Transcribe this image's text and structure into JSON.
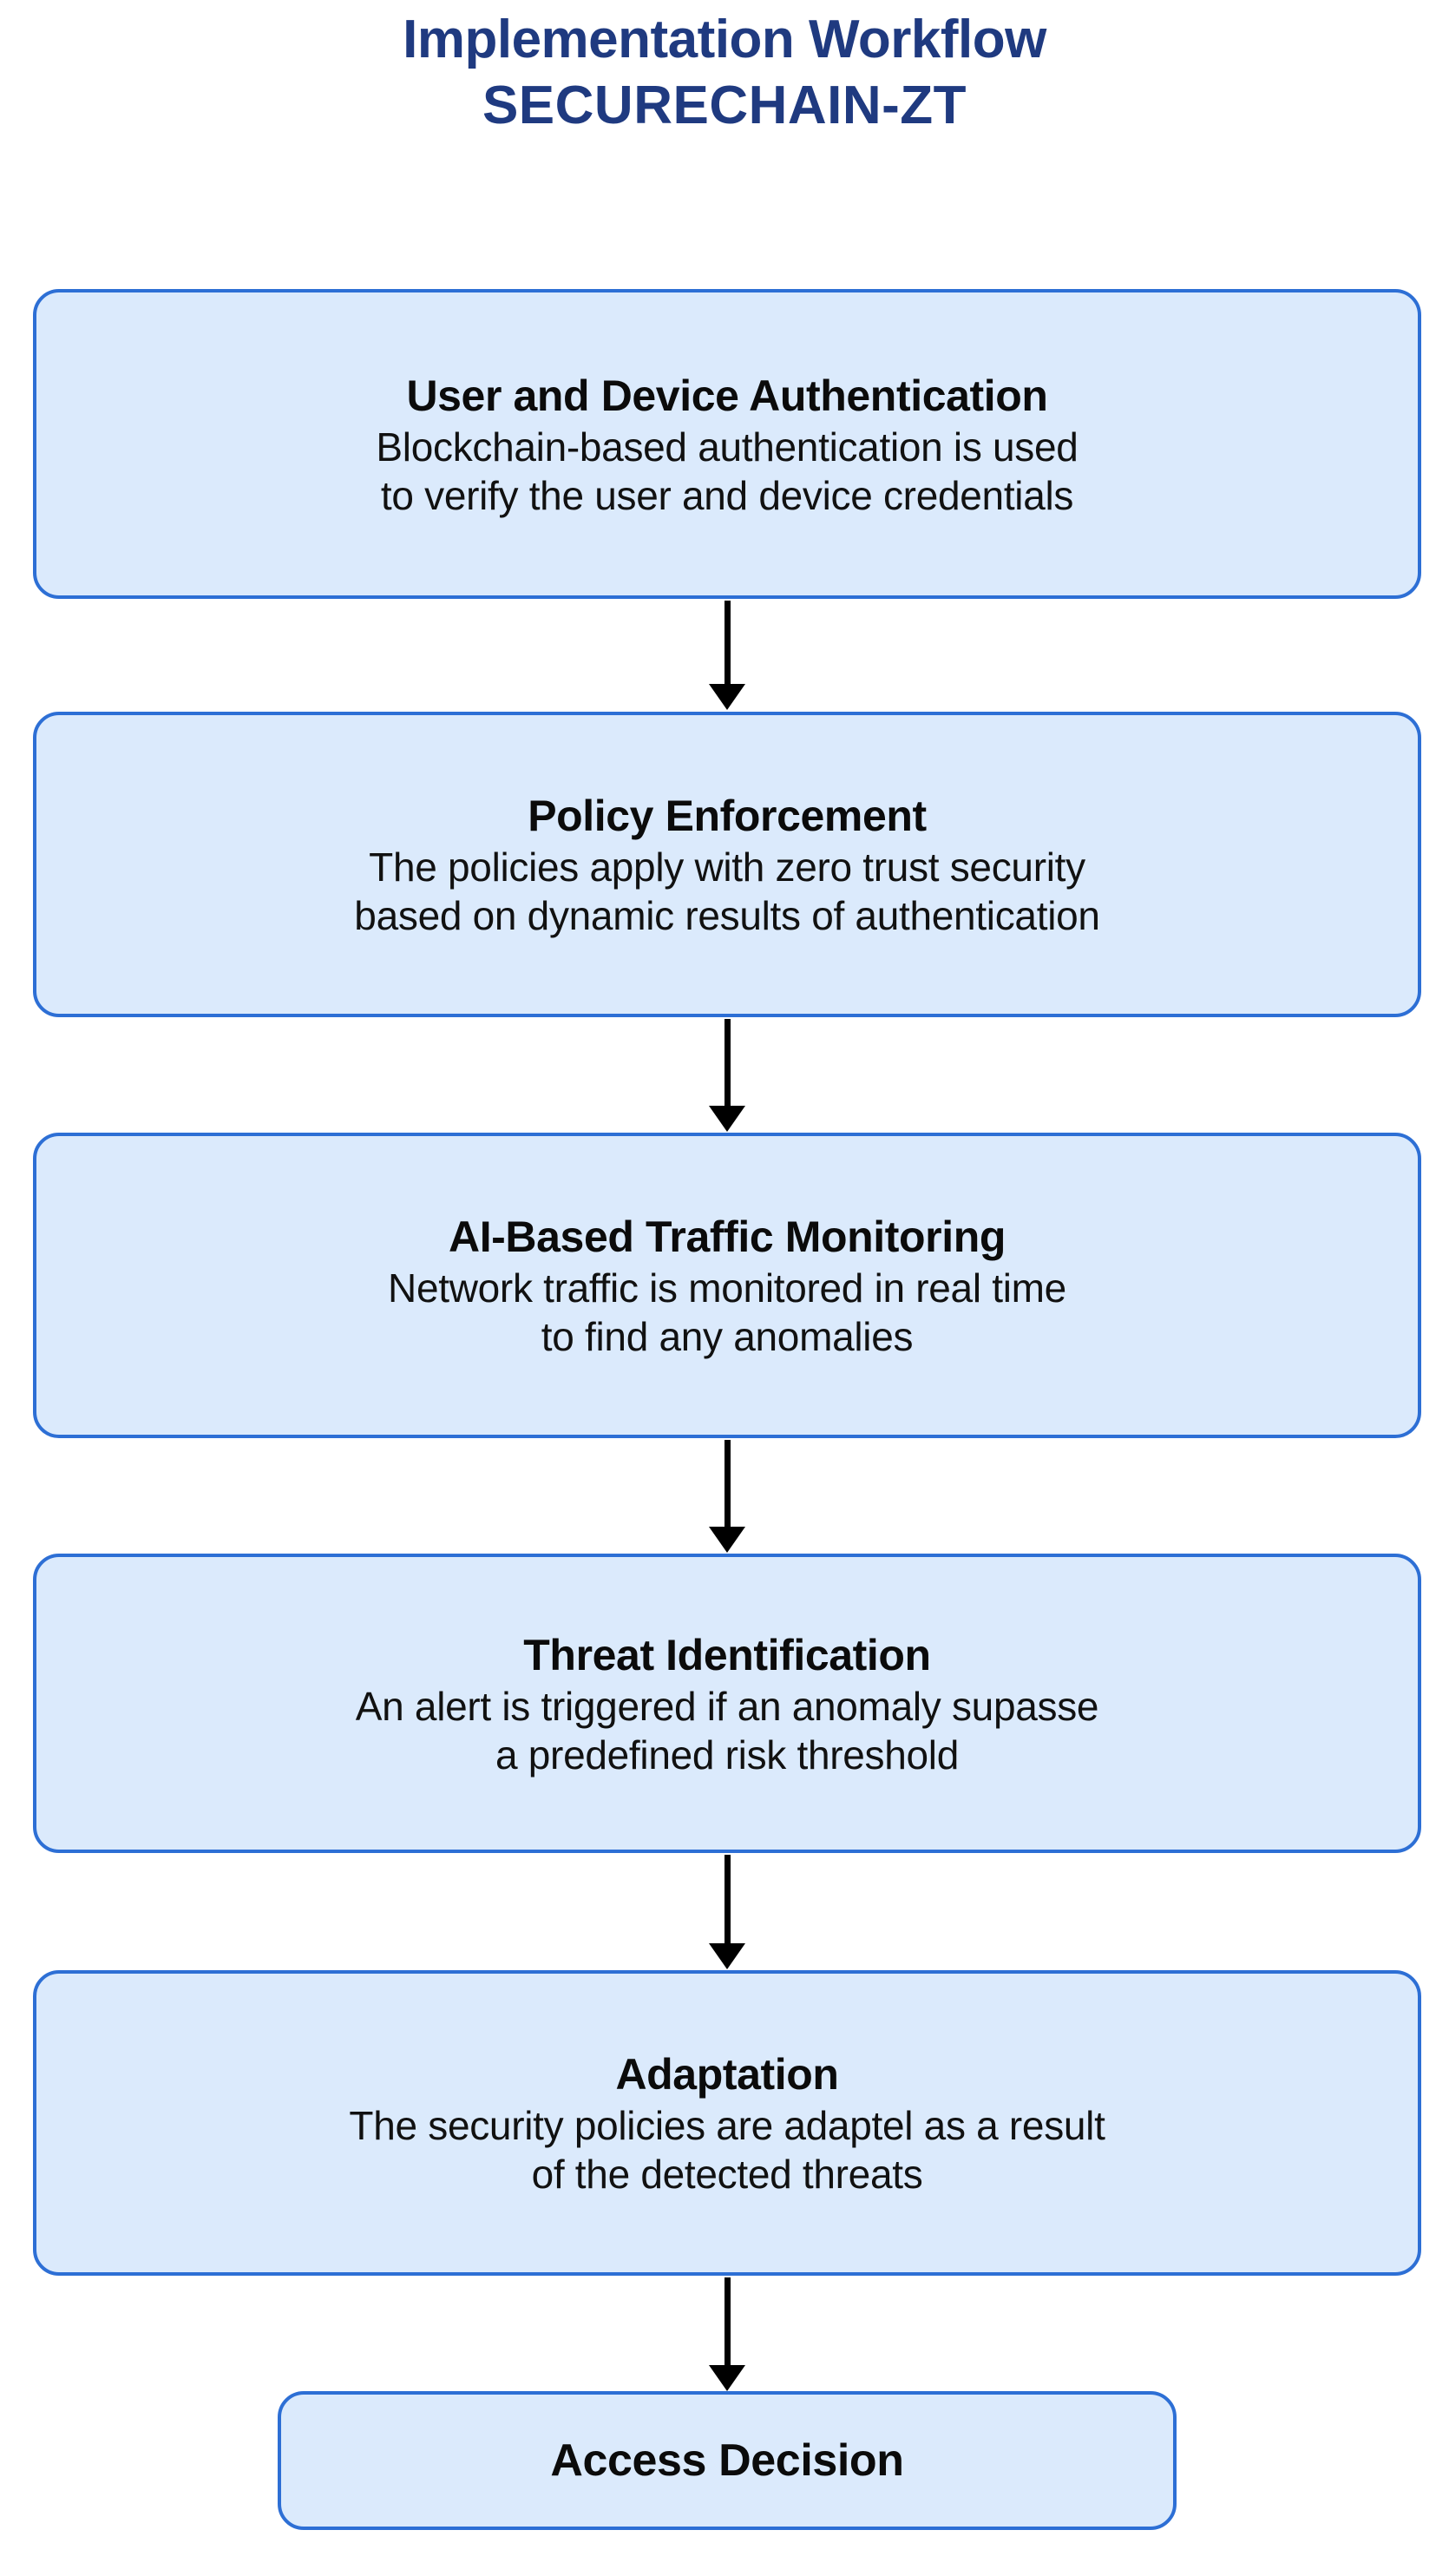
{
  "header": {
    "title_line1": "Implementation Workflow",
    "title_line2": "SECURECHAIN-ZT",
    "title_color": "#1f3a80"
  },
  "theme": {
    "node_fill": "#dbeafc",
    "node_border": "#2d6fd5",
    "arrow_color": "#000000",
    "text_color": "#111111",
    "background": "#ffffff"
  },
  "diagram": {
    "type": "flowchart",
    "orientation": "vertical",
    "node_count": 6,
    "arrow_count": 5,
    "nodes": [
      {
        "id": "user-and-device-authentication",
        "title": "User and Device Authentication",
        "desc_line1": "Blockchain-based authentication is used",
        "desc_line2": "to verify the user and device credentials"
      },
      {
        "id": "policy-enforcement",
        "title": "Policy Enforcement",
        "desc_line1": "The policies apply with zero trust security",
        "desc_line2": "based on dynamic results of authentication"
      },
      {
        "id": "ai-based-traffic-monitoring",
        "title": "AI-Based Traffic Monitoring",
        "desc_line1": "Network traffic is monitored in real time",
        "desc_line2": "to find any anomalies"
      },
      {
        "id": "threat-identification",
        "title": "Threat Identification",
        "desc_line1": "An alert is triggered if an anomaly supasse",
        "desc_line2": "a predefined risk threshold"
      },
      {
        "id": "adaptation",
        "title": "Adaptation",
        "desc_line1": "The security policies are adaptel as a result",
        "desc_line2": "of the detected threats"
      },
      {
        "id": "access-decision",
        "title": "Access Decision",
        "desc_line1": "",
        "desc_line2": ""
      }
    ],
    "edges": [
      {
        "from": "user-and-device-authentication",
        "to": "policy-enforcement"
      },
      {
        "from": "policy-enforcement",
        "to": "ai-based-traffic-monitoring"
      },
      {
        "from": "ai-based-traffic-monitoring",
        "to": "threat-identification"
      },
      {
        "from": "threat-identification",
        "to": "adaptation"
      },
      {
        "from": "adaptation",
        "to": "access-decision"
      }
    ]
  }
}
